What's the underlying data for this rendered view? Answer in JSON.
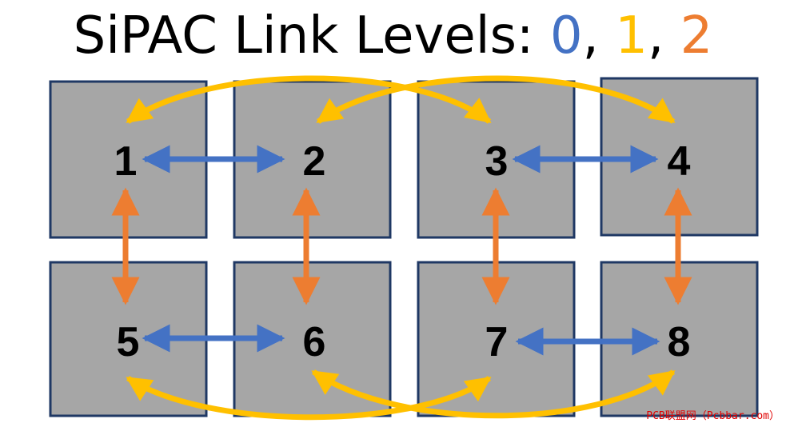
{
  "title": {
    "text": "SiPAC Link Levels:",
    "levels": [
      {
        "label": "0",
        "color": "#4472c4"
      },
      {
        "label": "1",
        "color": "#ffc000"
      },
      {
        "label": "2",
        "color": "#ed7d31"
      }
    ],
    "separator": ","
  },
  "nodes": [
    "1",
    "2",
    "3",
    "4",
    "5",
    "6",
    "7",
    "8"
  ],
  "colors": {
    "box_fill": "#a6a6a6",
    "box_stroke": "#1f3864",
    "level0": "#4472c4",
    "level1": "#ffc000",
    "level2": "#ed7d31"
  },
  "watermark": "PCB联盟网（Pcbbar.com）"
}
